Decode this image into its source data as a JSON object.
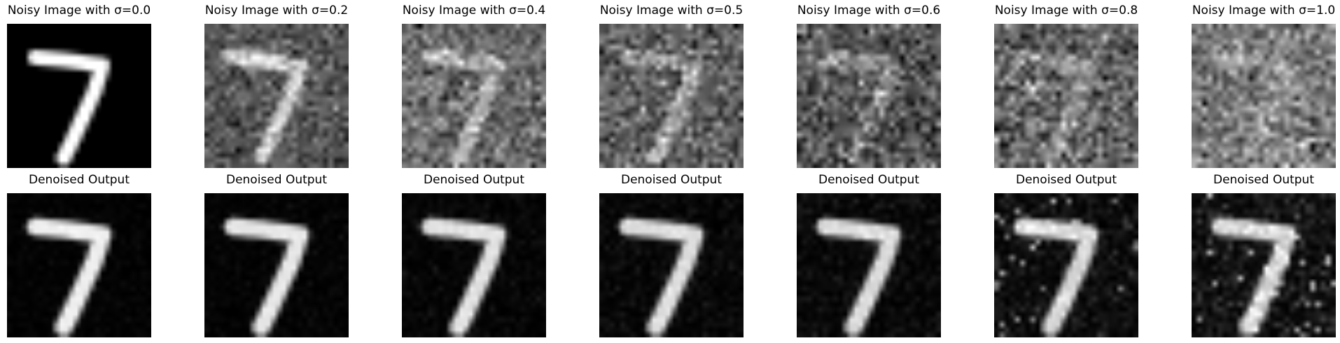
{
  "figure": {
    "glyph": "7",
    "rows": [
      {
        "row": "noisy",
        "panels": [
          {
            "title": "Noisy Image with σ=0.0",
            "sigma": 0.0
          },
          {
            "title": "Noisy Image with σ=0.2",
            "sigma": 0.2
          },
          {
            "title": "Noisy Image with σ=0.4",
            "sigma": 0.4
          },
          {
            "title": "Noisy Image with σ=0.5",
            "sigma": 0.5
          },
          {
            "title": "Noisy Image with σ=0.6",
            "sigma": 0.6
          },
          {
            "title": "Noisy Image with σ=0.8",
            "sigma": 0.8
          },
          {
            "title": "Noisy Image with σ=1.0",
            "sigma": 1.0
          }
        ]
      },
      {
        "row": "denoised",
        "panels": [
          {
            "title": "Denoised Output",
            "sigma": 0.0
          },
          {
            "title": "Denoised Output",
            "sigma": 0.2
          },
          {
            "title": "Denoised Output",
            "sigma": 0.4
          },
          {
            "title": "Denoised Output",
            "sigma": 0.5
          },
          {
            "title": "Denoised Output",
            "sigma": 0.6
          },
          {
            "title": "Denoised Output",
            "sigma": 0.8
          },
          {
            "title": "Denoised Output",
            "sigma": 1.0
          }
        ]
      }
    ]
  }
}
